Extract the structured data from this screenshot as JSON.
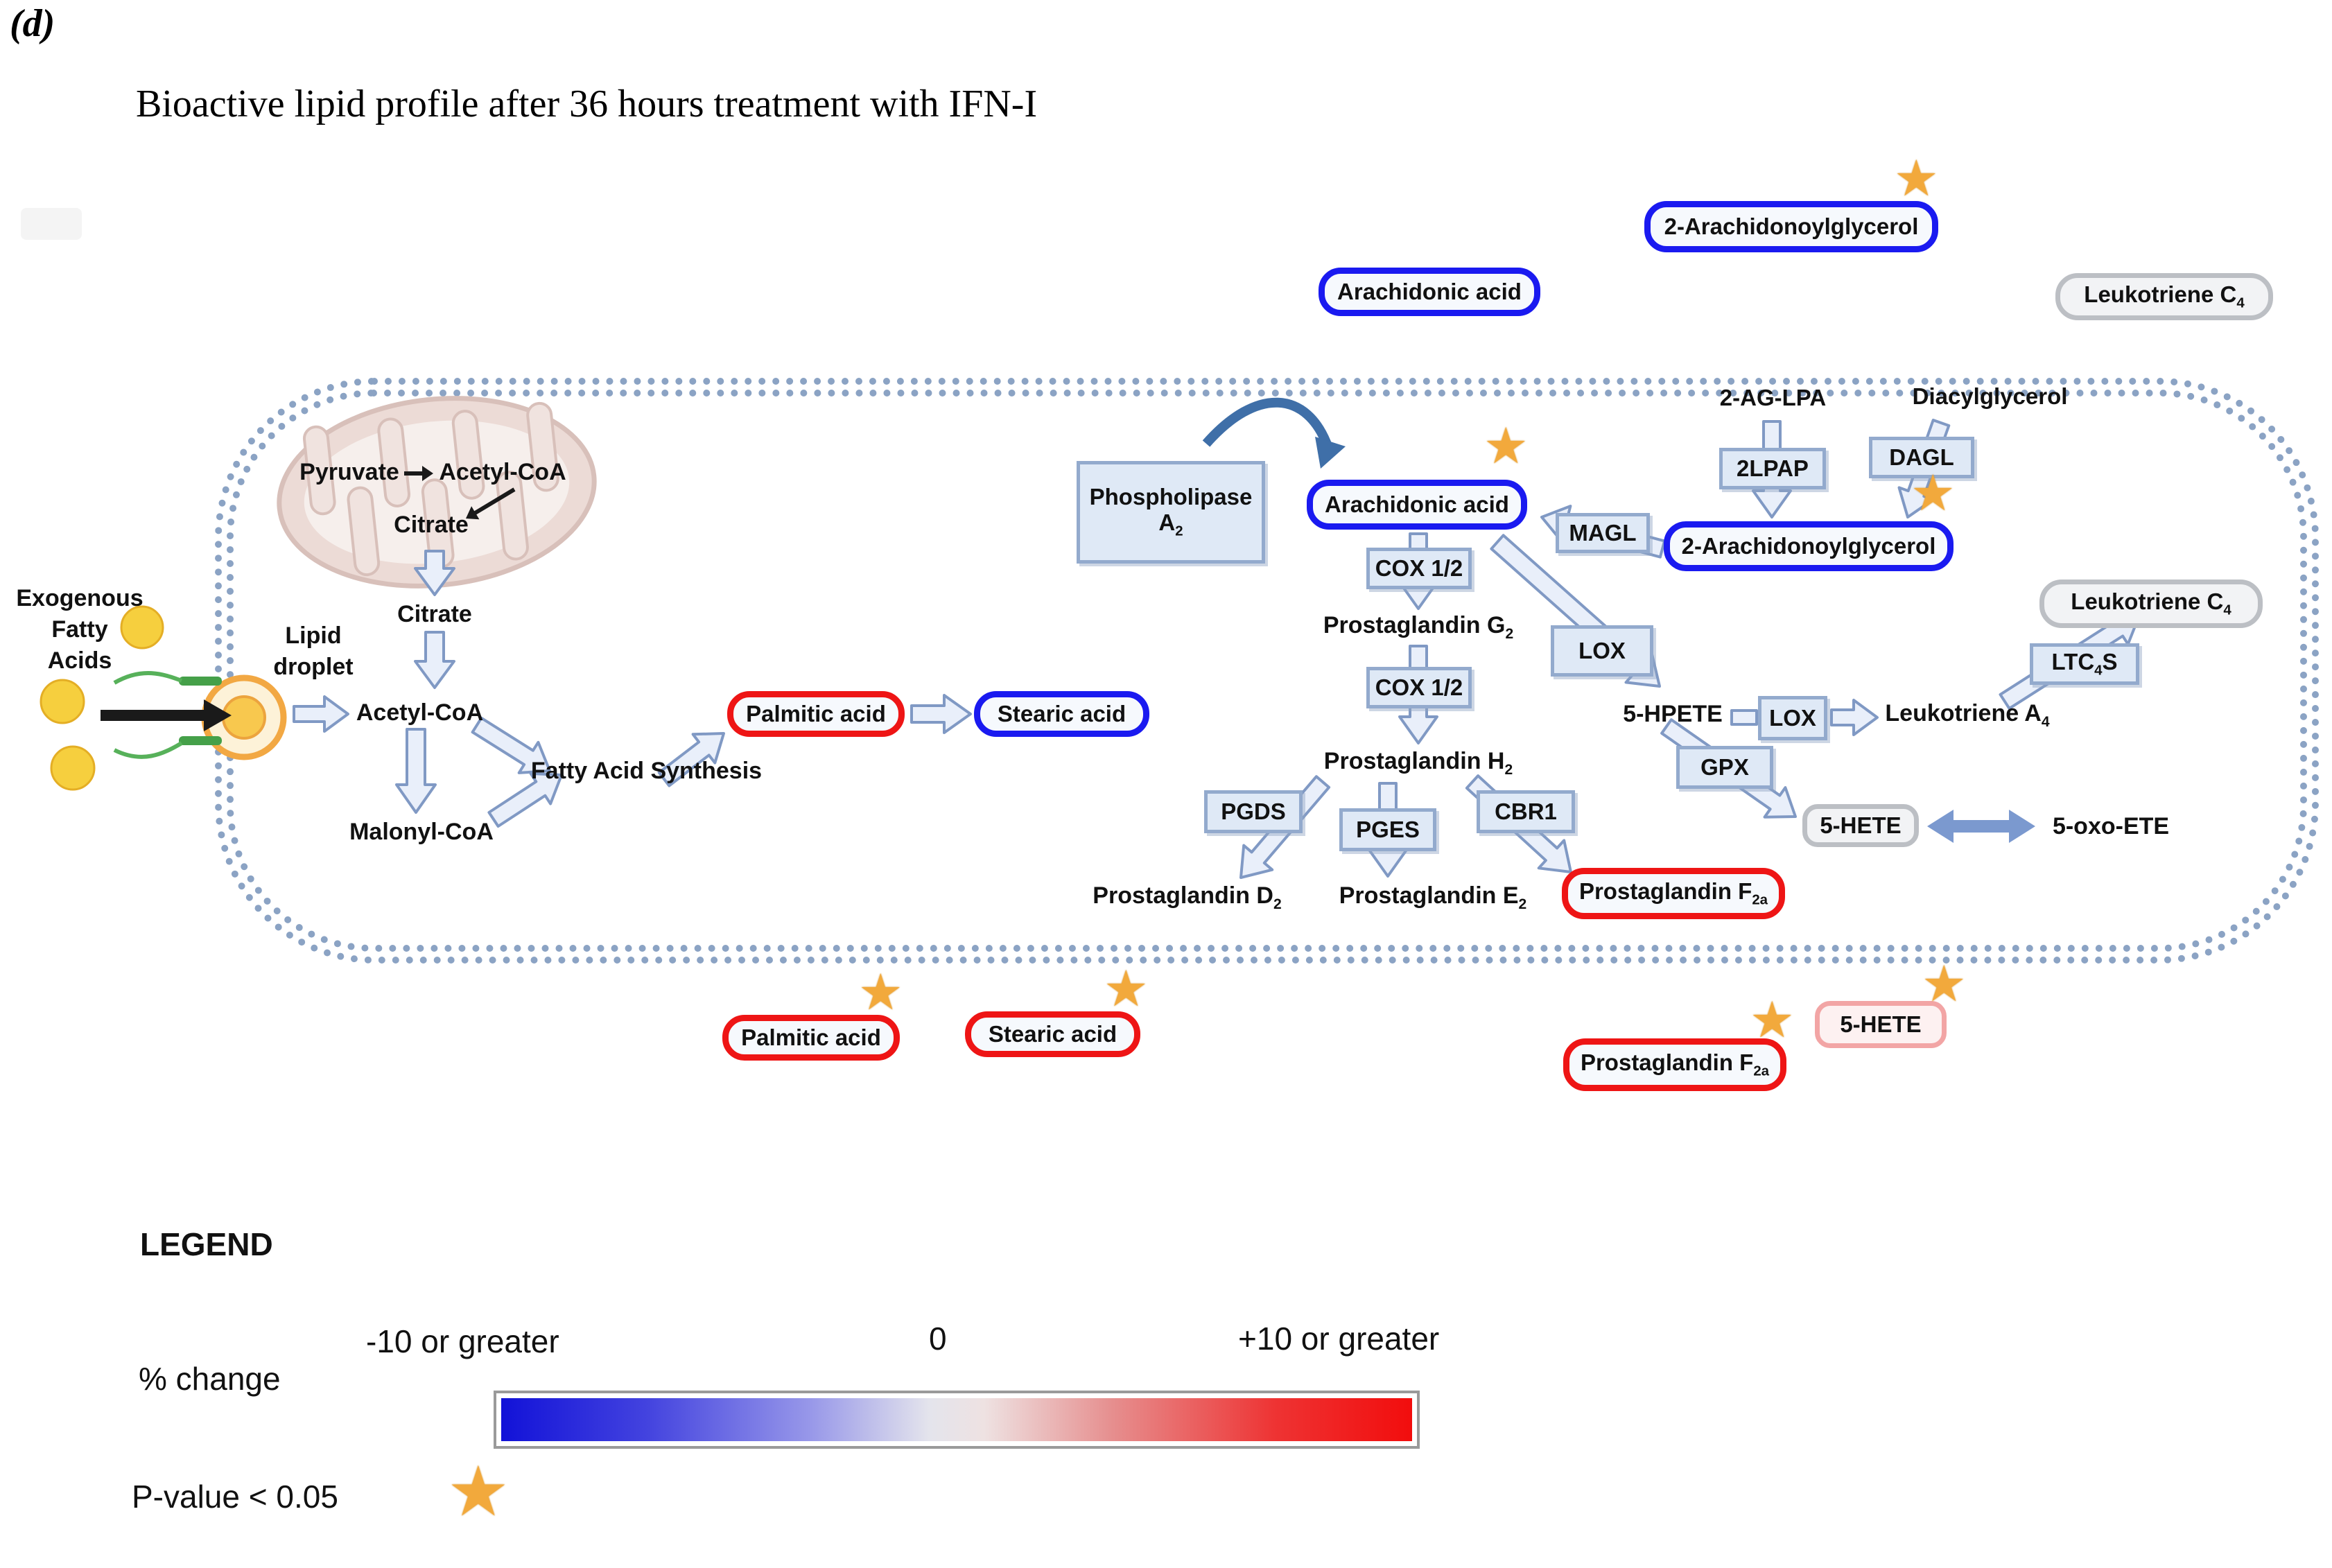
{
  "page": {
    "panel_label": "(d)",
    "title": "Bioactive lipid profile after 36 hours treatment with IFN-I"
  },
  "icons": {
    "star": "★"
  },
  "colors": {
    "upregulated_border": "#ee1515",
    "downregulated_border": "#1a1af0",
    "neutral_border": "#bcbfc4",
    "mild_up_border": "#f2a5a5",
    "significance_star": "#f2a93c",
    "enzyme_fill": "#dfe9f6",
    "gradient_negative": "#1212d8",
    "gradient_positive": "#f20d0d"
  },
  "membrane": {
    "ag_lpa": "2-AG-LPA",
    "diacylglycerol": "Diacylglycerol"
  },
  "mito": {
    "pyruvate": "Pyruvate",
    "acetyl_coa": "Acetyl-CoA",
    "citrate": "Citrate"
  },
  "labels": {
    "citrate": "Citrate",
    "acetyl_coa": "Acetyl-CoA",
    "malonyl_coa": "Malonyl-CoA",
    "fatty_acid_synthesis": "Fatty Acid Synthesis",
    "exogenous_1": "Exogenous",
    "exogenous_2": "Fatty",
    "exogenous_3": "Acids",
    "lipid_1": "Lipid",
    "lipid_2": "droplet",
    "palmitic_acid": "Palmitic acid",
    "stearic_acid": "Stearic acid",
    "arachidonic_acid": "Arachidonic acid",
    "two_ag": "2-Arachidonoylglycerol",
    "phospholipase_1": "Phospholipase",
    "phospholipase_2": {
      "base": "A",
      "sub": "2"
    },
    "cox12": "COX 1/2",
    "pgds": "PGDS",
    "pges": "PGES",
    "cbr1": "CBR1",
    "magl": "MAGL",
    "lox": "LOX",
    "gpx": "GPX",
    "two_lpap": "2LPAP",
    "dagl": "DAGL",
    "ltc4s": {
      "pre": "LTC",
      "sub": "4",
      "post": "S"
    },
    "pg_g2": {
      "base": "Prostaglandin G",
      "sub": "2"
    },
    "pg_h2": {
      "base": "Prostaglandin H",
      "sub": "2"
    },
    "pg_d2": {
      "base": "Prostaglandin D",
      "sub": "2"
    },
    "pg_e2": {
      "base": "Prostaglandin E",
      "sub": "2"
    },
    "pg_f2a": {
      "base": "Prostaglandin F",
      "sub": "2a"
    },
    "hpete": "5-HPETE",
    "lta4": {
      "base": "Leukotriene A",
      "sub": "4"
    },
    "ltc4": {
      "base": "Leukotriene C",
      "sub": "4"
    },
    "hete": "5-HETE",
    "oxo_ete": "5-oxo-ETE"
  },
  "legend": {
    "heading": "LEGEND",
    "pct_change": "% change",
    "neg": "-10 or greater",
    "zero": "0",
    "pos": "+10 or greater",
    "pvalue": "P-value < 0.05"
  }
}
